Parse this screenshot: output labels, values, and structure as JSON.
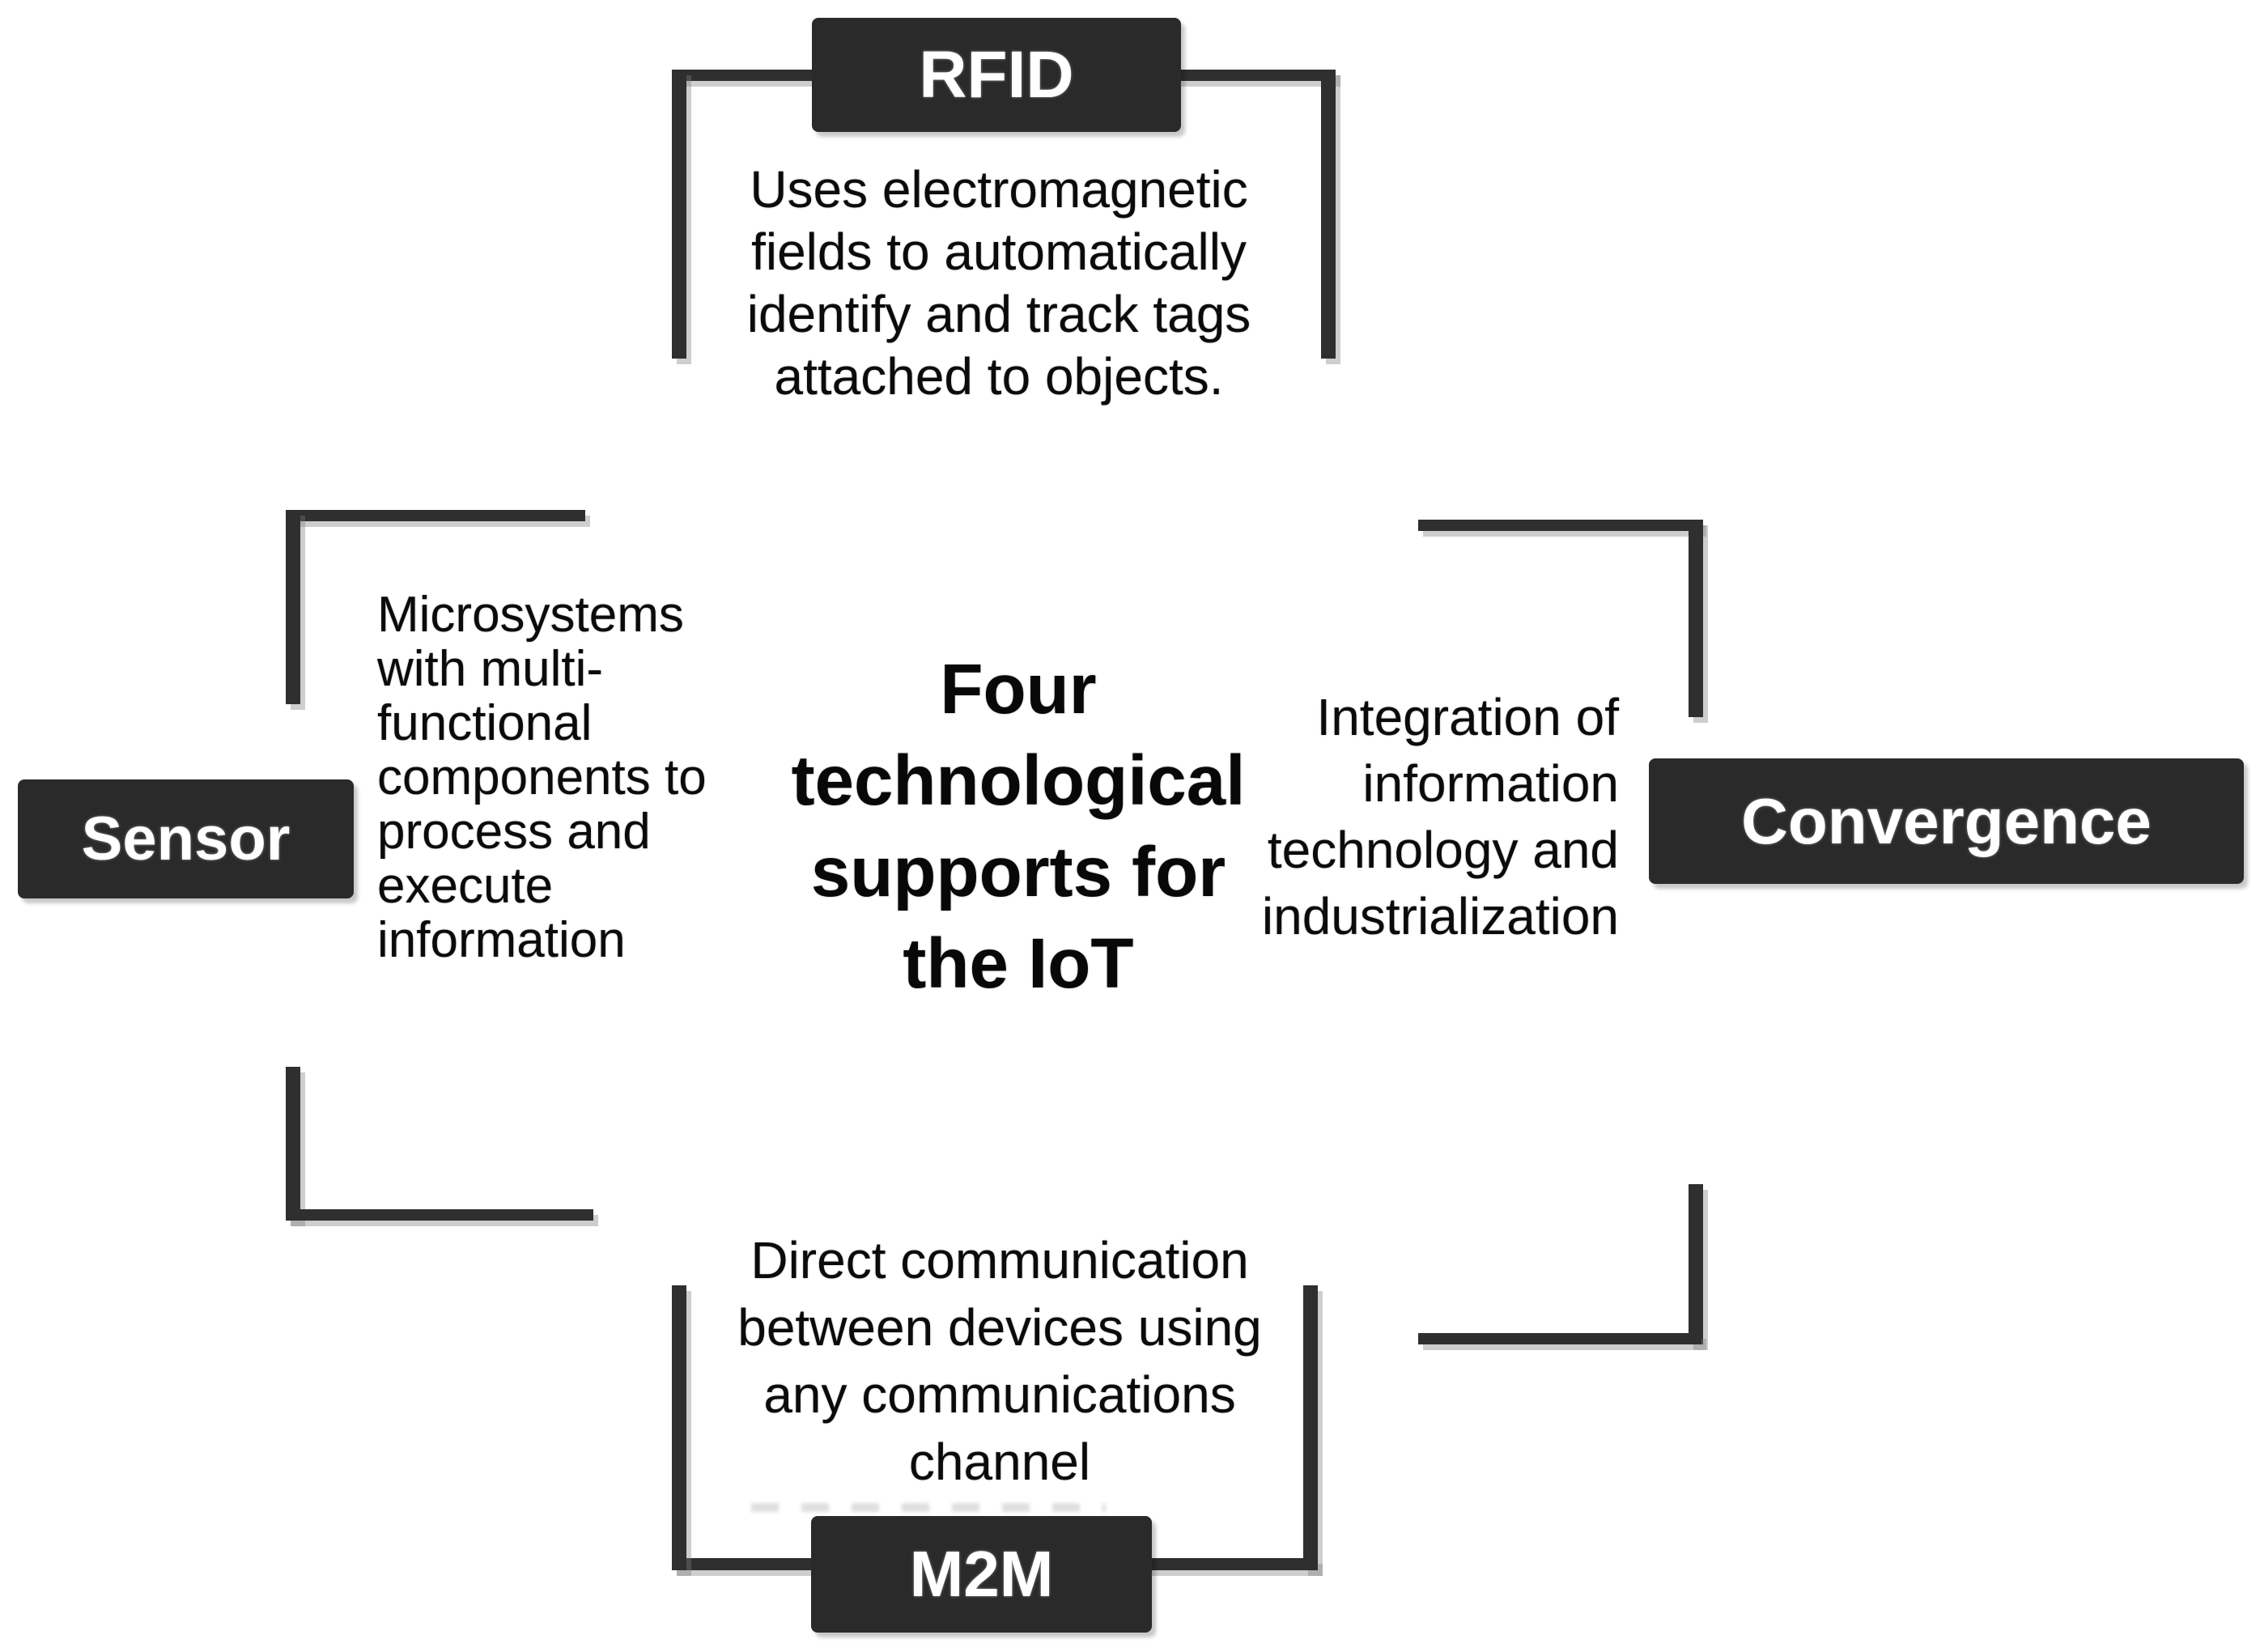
{
  "title": "Four\ntechnological\nsupports for\nthe IoT",
  "colors": {
    "box_background": "#2a2a2a",
    "bracket_line": "#2f2f2f",
    "box_text": "#ffffff",
    "body_text": "#0b0b0b",
    "page_background": "#ffffff"
  },
  "sections": {
    "rfid": {
      "label": "RFID",
      "description": "Uses electromagnetic\nfields to automatically\nidentify and track tags\nattached to objects."
    },
    "sensor": {
      "label": "Sensor",
      "description": "Microsystems\nwith multi-\nfunctional\ncomponents to\nprocess and\nexecute\ninformation"
    },
    "convergence": {
      "label": "Convergence",
      "description": "Integration of\ninformation\ntechnology and\nindustrialization"
    },
    "m2m": {
      "label": "M2M",
      "description": "Direct communication\nbetween devices using\nany communications\nchannel"
    }
  }
}
